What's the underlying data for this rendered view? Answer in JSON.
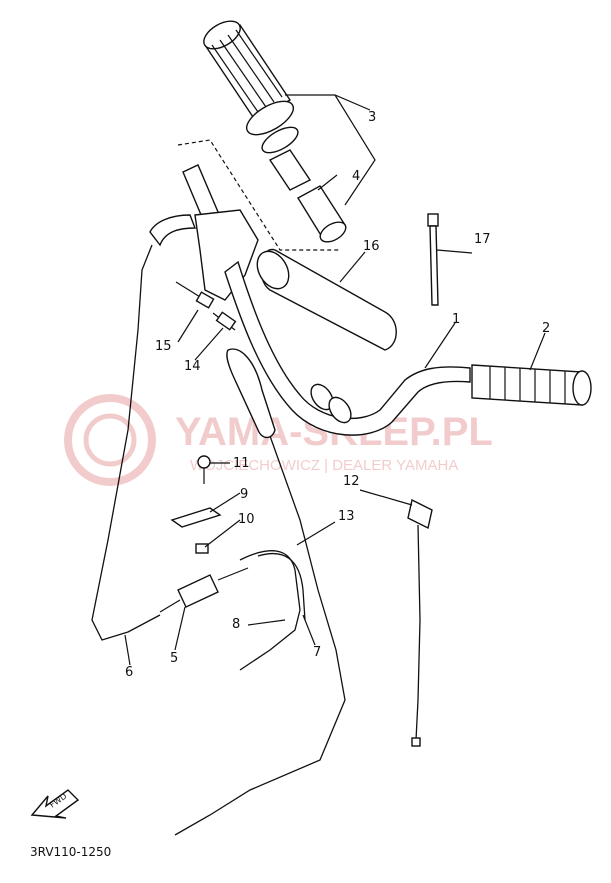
{
  "diagram": {
    "code": "3RV110-1250",
    "fwd_label": "FWD",
    "callouts": {
      "c1": "1",
      "c2": "2",
      "c3": "3",
      "c4": "4",
      "c5": "5",
      "c6": "6",
      "c7": "7",
      "c8": "8",
      "c9": "9",
      "c10": "10",
      "c11": "11",
      "c12": "12",
      "c13": "13",
      "c14": "14",
      "c15": "15",
      "c16": "16",
      "c17": "17"
    }
  },
  "watermark": {
    "title": "YAMA-SKLEP.PL",
    "subtitle": "WOJCIECHOWICZ | DEALER YAMAHA",
    "color": "#e8a4a4"
  }
}
